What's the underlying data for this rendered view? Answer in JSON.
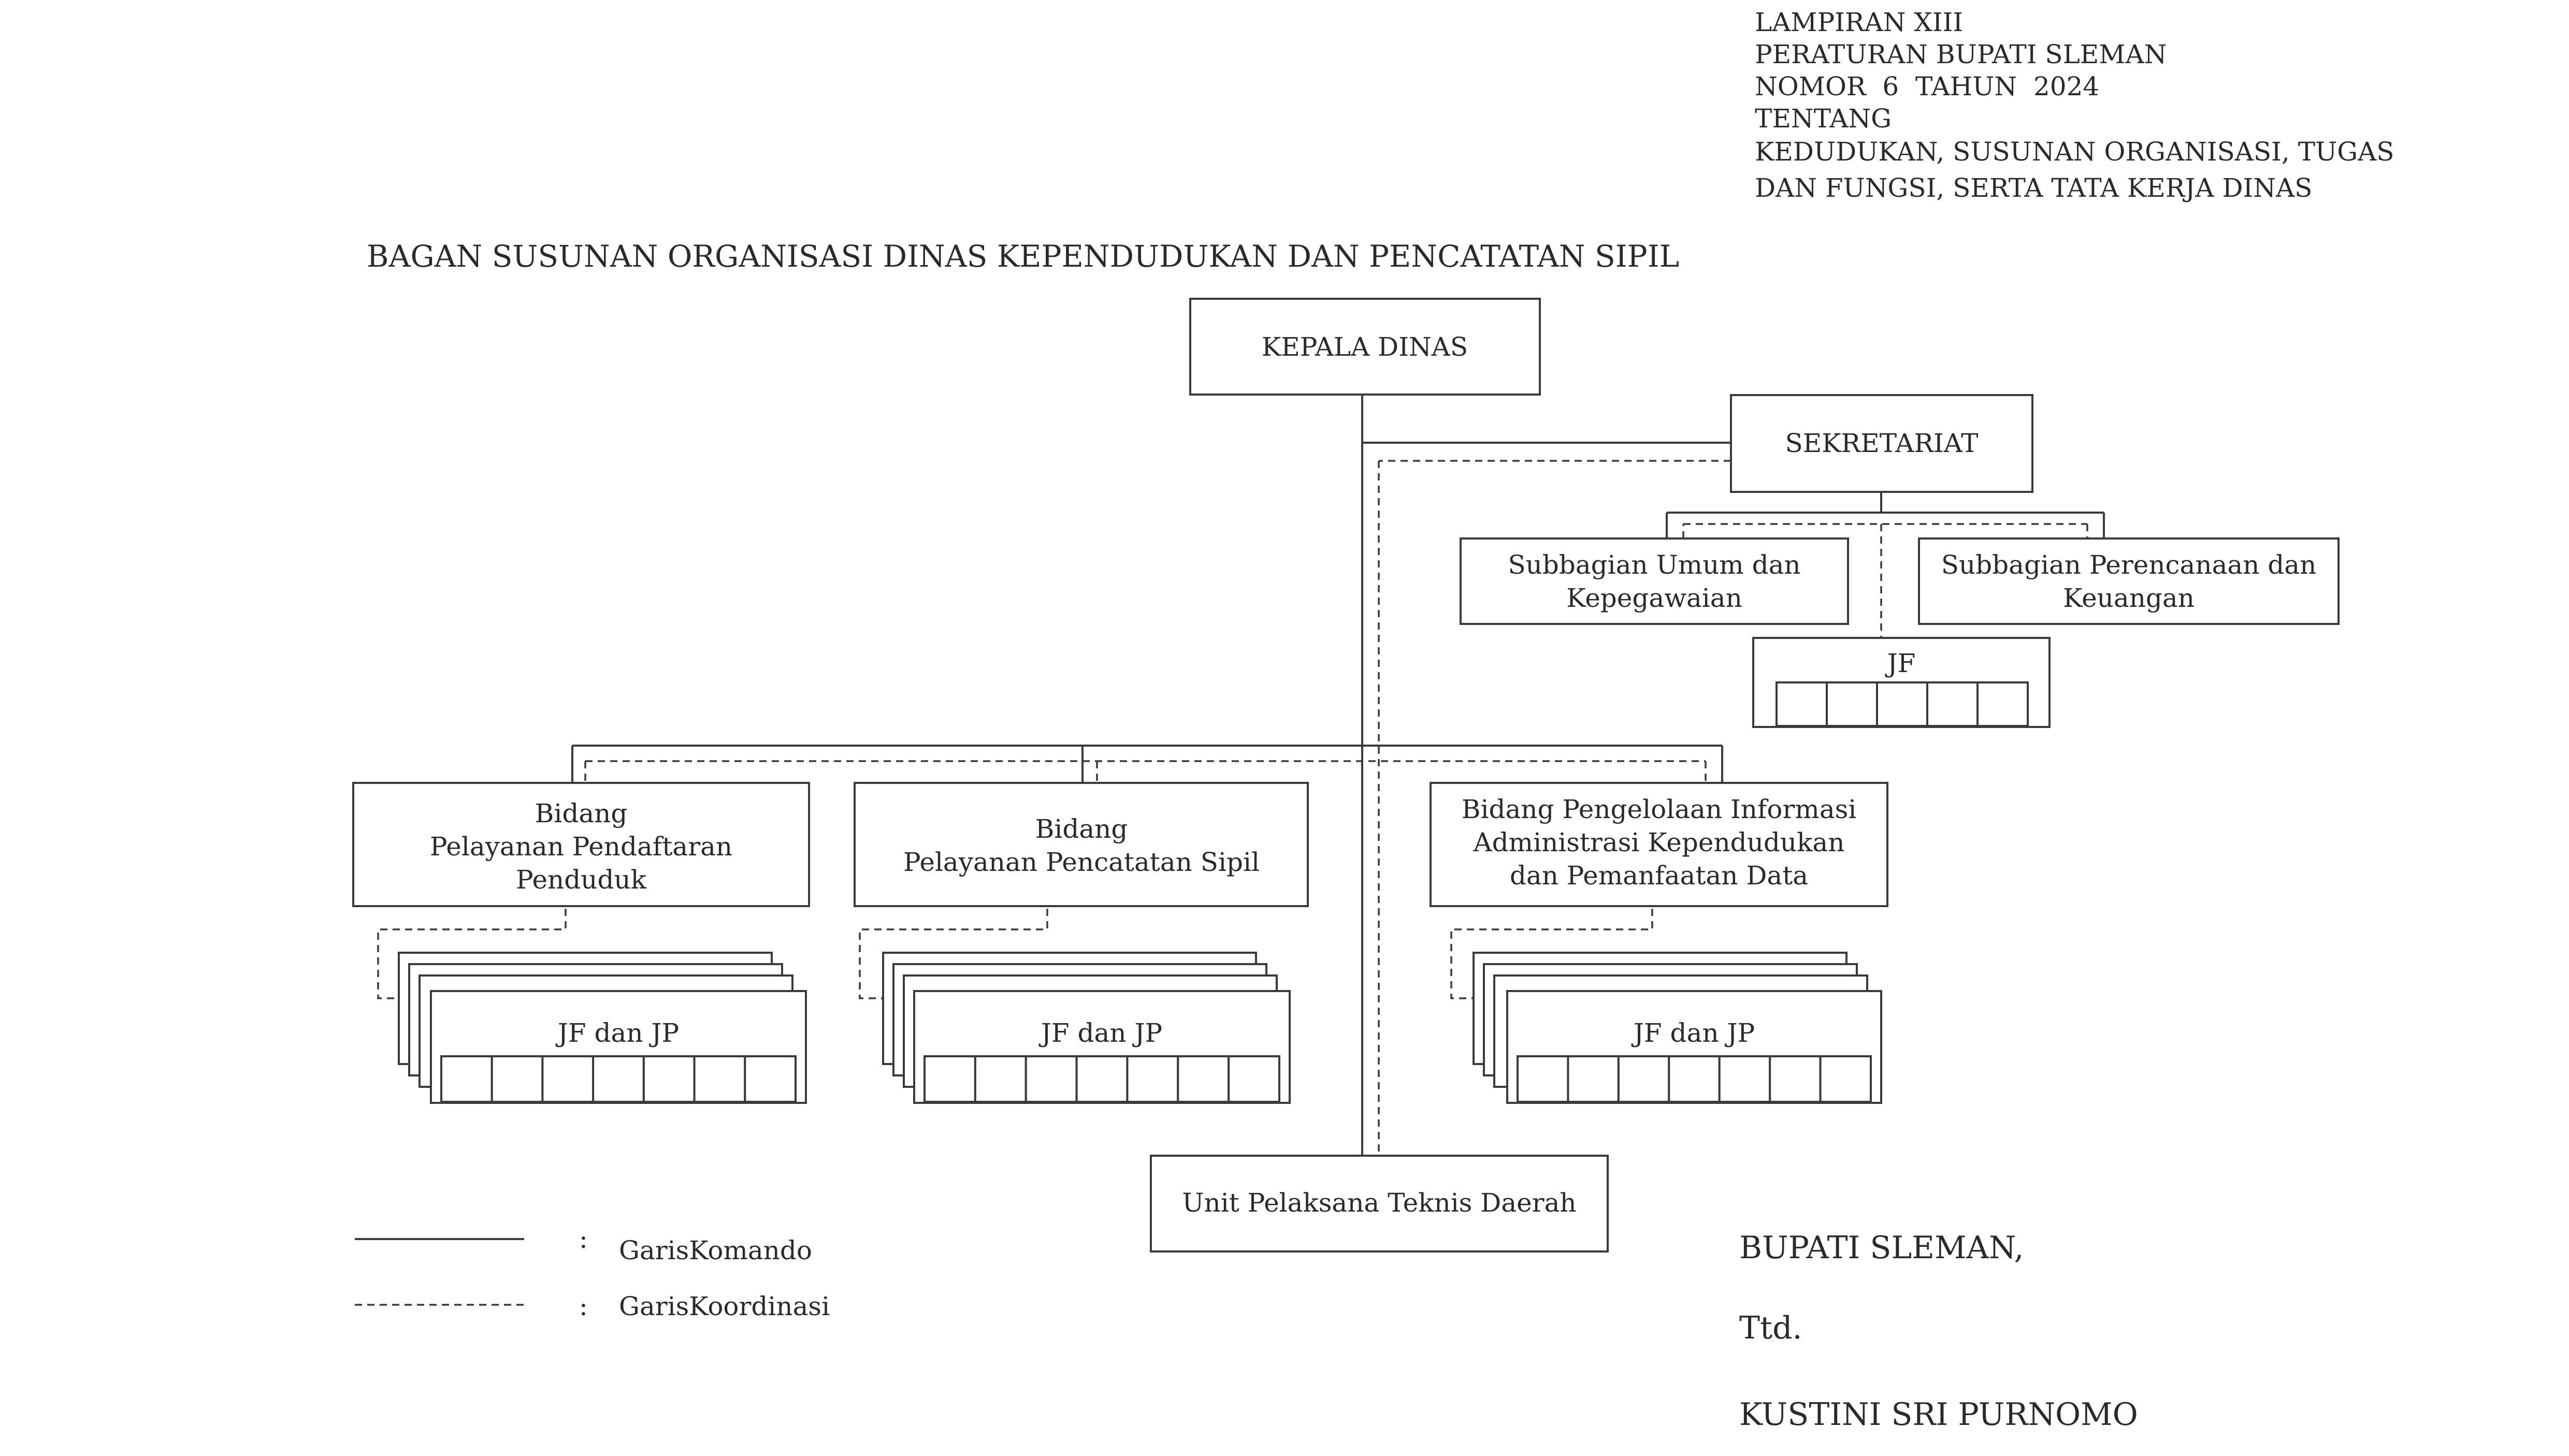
{
  "header_note": {
    "lines": [
      "LAMPIRAN XIII",
      "PERATURAN BUPATI SLEMAN",
      "NOMOR  6  TAHUN  2024",
      "TENTANG",
      "KEDUDUKAN, SUSUNAN ORGANISASI, TUGAS",
      "DAN FUNGSI, SERTA TATA KERJA DINAS"
    ]
  },
  "title": "BAGAN SUSUNAN ORGANISASI DINAS KEPENDUDUKAN DAN PENCATATAN SIPIL",
  "boxes": {
    "kepala_dinas": "KEPALA DINAS",
    "sekretariat": "SEKRETARIAT",
    "subbag_umum": [
      "Subbagian Umum dan",
      "Kepegawaian"
    ],
    "subbag_perencanaan": [
      "Subbagian Perencanaan dan",
      "Keuangan"
    ],
    "jf_sekretariat": "JF",
    "bidang_pendaftaran": [
      "Bidang",
      "Pelayanan Pendaftaran",
      "Penduduk"
    ],
    "bidang_pencatatan": [
      "Bidang",
      "Pelayanan Pencatatan Sipil"
    ],
    "bidang_informasi": [
      "Bidang Pengelolaan Informasi",
      "Administrasi Kependudukan",
      "dan Pemanfaatan Data"
    ],
    "jf_jp_1": "JF dan JP",
    "jf_jp_2": "JF dan JP",
    "jf_jp_3": "JF dan JP",
    "uptd": "Unit Pelaksana Teknis Daerah"
  },
  "legend": {
    "separator": ":",
    "komando": "GarisKomando",
    "koordinasi": "GarisKoordinasi"
  },
  "signature": {
    "office": "BUPATI SLEMAN,",
    "ttd": "Ttd.",
    "name": "KUSTINI SRI PURNOMO"
  }
}
